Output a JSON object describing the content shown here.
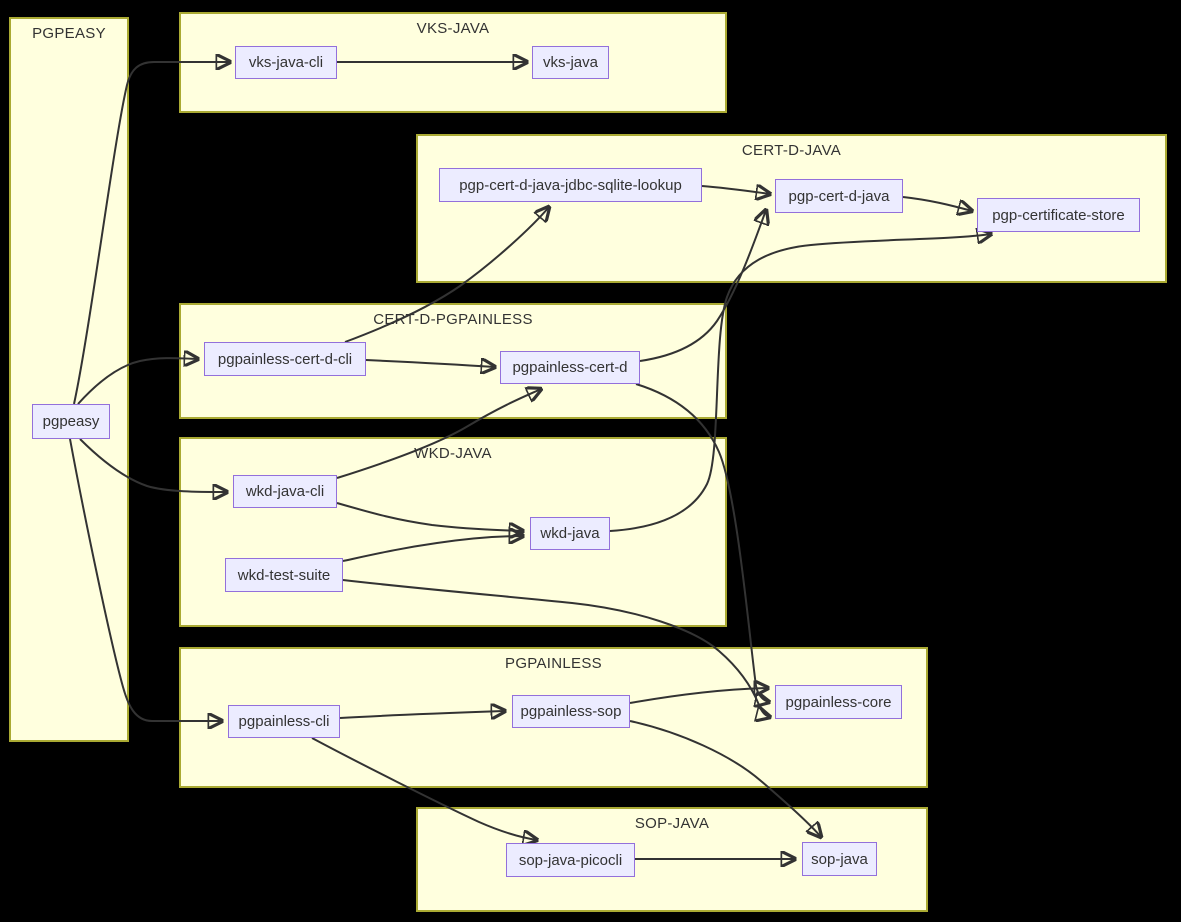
{
  "diagram_type": "dependency-flowchart",
  "colors": {
    "background": "#000000",
    "cluster_fill": "#ffffde",
    "cluster_border": "#aaaa33",
    "node_fill": "#ececff",
    "node_border": "#9370db",
    "edge": "#333333",
    "text": "#333333"
  },
  "subgraphs": [
    {
      "title": "PGPEASY"
    },
    {
      "title": "VKS-JAVA"
    },
    {
      "title": "CERT-D-JAVA"
    },
    {
      "title": "CERT-D-PGPAINLESS"
    },
    {
      "title": "WKD-JAVA"
    },
    {
      "title": "PGPAINLESS"
    },
    {
      "title": "SOP-JAVA"
    }
  ],
  "nodes": [
    {
      "id": "pgpeasy",
      "label": "pgpeasy",
      "group": "PGPEASY"
    },
    {
      "id": "vks-java-cli",
      "label": "vks-java-cli",
      "group": "VKS-JAVA"
    },
    {
      "id": "vks-java",
      "label": "vks-java",
      "group": "VKS-JAVA"
    },
    {
      "id": "pgp-cert-d-java-jdbc-sqlite-lookup",
      "label": "pgp-cert-d-java-jdbc-sqlite-lookup",
      "group": "CERT-D-JAVA"
    },
    {
      "id": "pgp-cert-d-java",
      "label": "pgp-cert-d-java",
      "group": "CERT-D-JAVA"
    },
    {
      "id": "pgp-certificate-store",
      "label": "pgp-certificate-store",
      "group": "CERT-D-JAVA"
    },
    {
      "id": "pgpainless-cert-d-cli",
      "label": "pgpainless-cert-d-cli",
      "group": "CERT-D-PGPAINLESS"
    },
    {
      "id": "pgpainless-cert-d",
      "label": "pgpainless-cert-d",
      "group": "CERT-D-PGPAINLESS"
    },
    {
      "id": "wkd-java-cli",
      "label": "wkd-java-cli",
      "group": "WKD-JAVA"
    },
    {
      "id": "wkd-java",
      "label": "wkd-java",
      "group": "WKD-JAVA"
    },
    {
      "id": "wkd-test-suite",
      "label": "wkd-test-suite",
      "group": "WKD-JAVA"
    },
    {
      "id": "pgpainless-cli",
      "label": "pgpainless-cli",
      "group": "PGPAINLESS"
    },
    {
      "id": "pgpainless-sop",
      "label": "pgpainless-sop",
      "group": "PGPAINLESS"
    },
    {
      "id": "pgpainless-core",
      "label": "pgpainless-core",
      "group": "PGPAINLESS"
    },
    {
      "id": "sop-java-picocli",
      "label": "sop-java-picocli",
      "group": "SOP-JAVA"
    },
    {
      "id": "sop-java",
      "label": "sop-java",
      "group": "SOP-JAVA"
    }
  ],
  "edges": [
    {
      "from": "pgpeasy",
      "to": "vks-java-cli"
    },
    {
      "from": "pgpeasy",
      "to": "pgpainless-cert-d-cli"
    },
    {
      "from": "pgpeasy",
      "to": "wkd-java-cli"
    },
    {
      "from": "pgpeasy",
      "to": "pgpainless-cli"
    },
    {
      "from": "vks-java-cli",
      "to": "vks-java"
    },
    {
      "from": "pgpainless-cert-d-cli",
      "to": "pgp-cert-d-java-jdbc-sqlite-lookup"
    },
    {
      "from": "pgpainless-cert-d-cli",
      "to": "pgpainless-cert-d"
    },
    {
      "from": "pgp-cert-d-java-jdbc-sqlite-lookup",
      "to": "pgp-cert-d-java"
    },
    {
      "from": "pgp-cert-d-java",
      "to": "pgp-certificate-store"
    },
    {
      "from": "pgpainless-cert-d",
      "to": "pgp-cert-d-java"
    },
    {
      "from": "pgpainless-cert-d",
      "to": "pgpainless-core"
    },
    {
      "from": "wkd-java-cli",
      "to": "pgpainless-cert-d"
    },
    {
      "from": "wkd-java-cli",
      "to": "wkd-java"
    },
    {
      "from": "wkd-test-suite",
      "to": "wkd-java"
    },
    {
      "from": "wkd-java",
      "to": "pgp-certificate-store"
    },
    {
      "from": "wkd-test-suite",
      "to": "pgpainless-core"
    },
    {
      "from": "pgpainless-cli",
      "to": "pgpainless-sop"
    },
    {
      "from": "pgpainless-cli",
      "to": "sop-java-picocli"
    },
    {
      "from": "pgpainless-sop",
      "to": "pgpainless-core"
    },
    {
      "from": "pgpainless-sop",
      "to": "sop-java"
    },
    {
      "from": "sop-java-picocli",
      "to": "sop-java"
    }
  ]
}
